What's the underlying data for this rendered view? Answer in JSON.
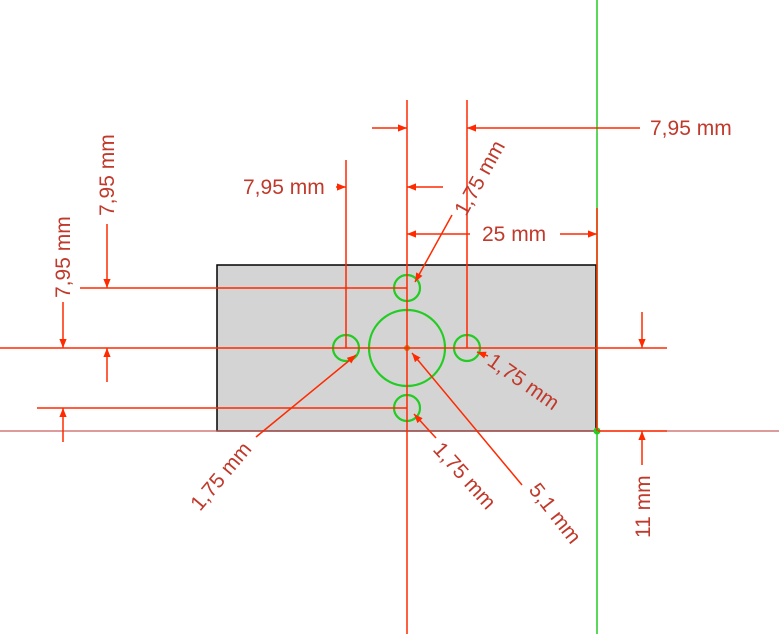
{
  "colors": {
    "dimension": "#ff2a00",
    "dimension_text": "#c0392b",
    "construction": "#22cc22",
    "profile": "#000000",
    "face_fill": "#d4d4d4",
    "axis": "#c86060"
  },
  "dimensions": {
    "top_right_h": "7,95 mm",
    "top_left_h": "7,95 mm",
    "diag_top_hole": "1,75 mm",
    "horiz_center_to_edge": "25 mm",
    "vert_left_outer": "7,95 mm",
    "vert_left_inner": "7,95 mm",
    "diag_right_hole": "1,75 mm",
    "diag_left_hole": "1,75 mm",
    "diag_bottom_hole": "1,75 mm",
    "diag_center_circle": "5,1 mm",
    "vert_right_offset": "11 mm"
  }
}
